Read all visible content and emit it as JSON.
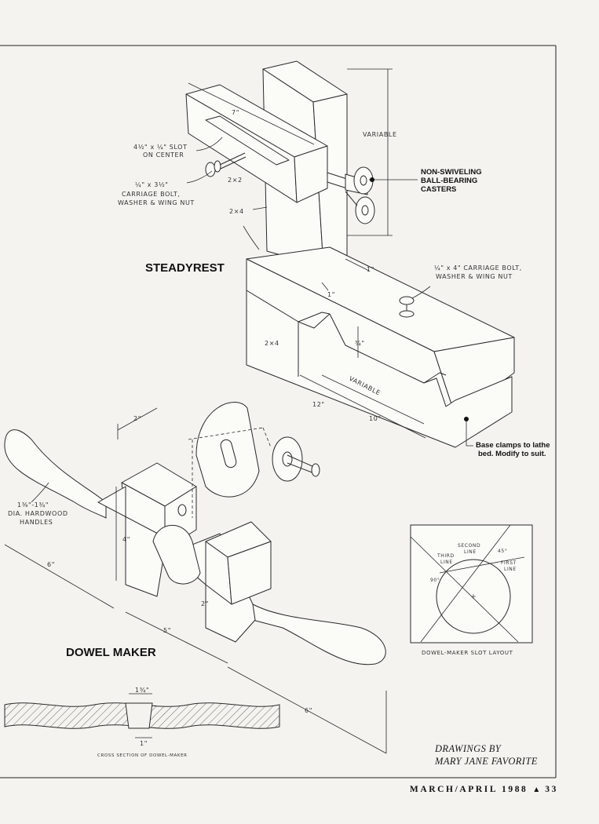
{
  "steadyrest": {
    "heading": "STEADYREST",
    "labels": {
      "dim_7": "7\"",
      "slot": "4½\" x ¼\" SLOT",
      "slot_2": "ON CENTER",
      "carriage_bolt_1": "¼\" x 3½\"",
      "carriage_bolt_2": "CARRIAGE BOLT,",
      "carriage_bolt_3": "WASHER & WING NUT",
      "board_2x2": "2×2",
      "board_2x4_top": "2×4",
      "variable_top": "VARIABLE",
      "dim_1a": "1\"",
      "dim_1b": "1\"",
      "base_bolt_1": "¼\" x 4\" CARRIAGE BOLT,",
      "base_bolt_2": "WASHER & WING NUT",
      "board_2x4_base": "2×4",
      "dim_3_4": "¾\"",
      "variable_base": "VARIABLE",
      "dim_12": "12\"",
      "dim_10": "10\""
    },
    "callouts": {
      "casters": [
        "NON-SWIVELING",
        "BALL-BEARING",
        "CASTERS"
      ],
      "base": [
        "Base clamps to lathe",
        "bed. Modify to suit."
      ]
    }
  },
  "dowel_maker": {
    "heading": "DOWEL MAKER",
    "labels": {
      "dim_2": "2\"",
      "handles_1": "1⅜\"-1¾\"",
      "handles_2": "DIA. HARDWOOD",
      "handles_3": "HANDLES",
      "dim_4": "4\"",
      "dim_6_left": "6\"",
      "dim_2_small": "2\"",
      "dim_5": "5\"",
      "dim_6_right": "6\"",
      "dim_1_3_4": "1¾\"",
      "dim_1": "1\"",
      "cross_section": "CROSS SECTION OF DOWEL-MAKER"
    }
  },
  "slot_layout": {
    "caption": "DOWEL-MAKER SLOT LAYOUT",
    "second_line": [
      "SECOND",
      "LINE"
    ],
    "third_line": [
      "THIRD",
      "LINE"
    ],
    "first_line": [
      "FIRST",
      "LINE"
    ],
    "angle_45": "45°",
    "angle_90": "90°"
  },
  "credit": [
    "DRAWINGS BY",
    "MARY JANE FAVORITE"
  ],
  "footer": {
    "issue": "MARCH/APRIL 1988",
    "page": "33"
  }
}
